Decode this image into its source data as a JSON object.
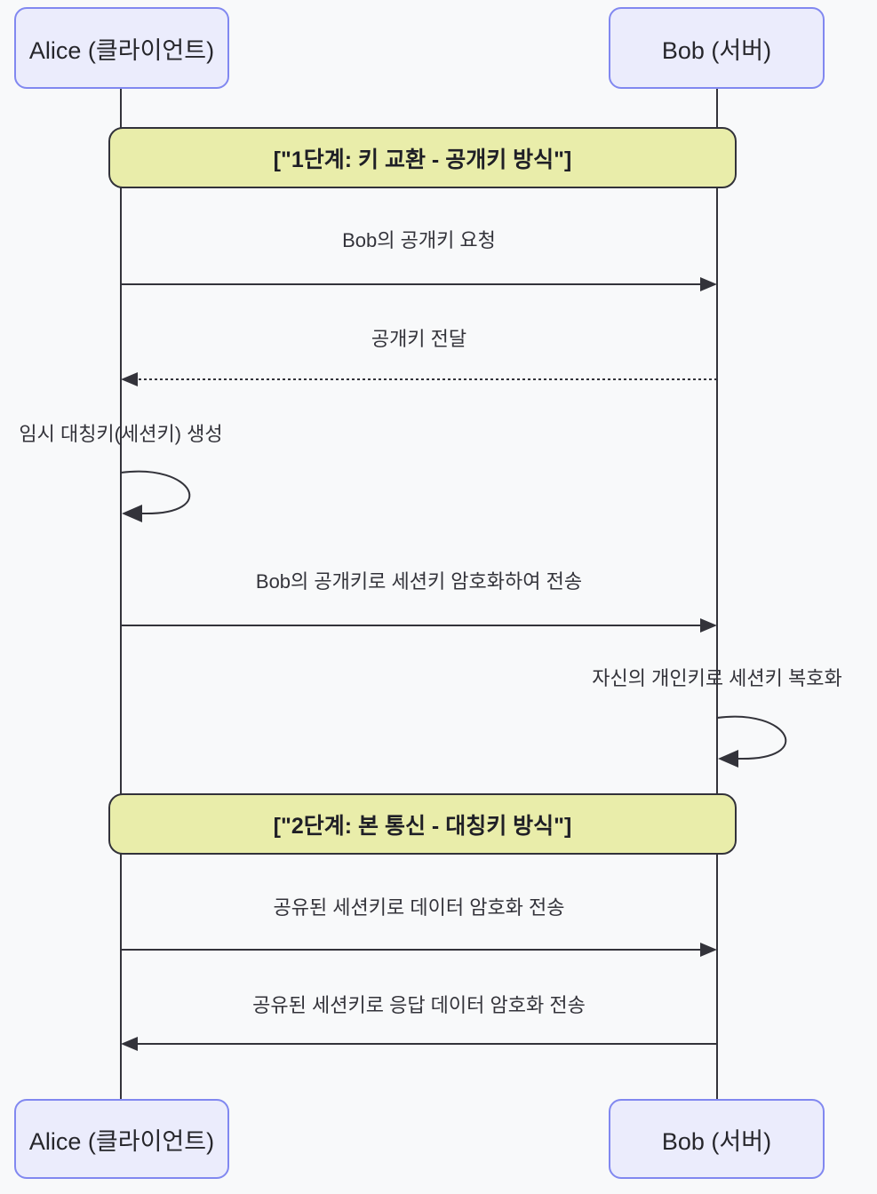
{
  "diagram_type": "sequence-diagram",
  "actors": [
    {
      "id": "alice",
      "label": "Alice (클라이언트)"
    },
    {
      "id": "bob",
      "label": "Bob (서버)"
    }
  ],
  "sections": [
    {
      "label": "[\"1단계: 키 교환 - 공개키 방식\"]"
    },
    {
      "label": "[\"2단계: 본 통신 - 대칭키 방식\"]"
    }
  ],
  "messages": [
    {
      "from": "alice",
      "to": "bob",
      "line": "solid",
      "label": "Bob의 공개키 요청"
    },
    {
      "from": "bob",
      "to": "alice",
      "line": "dotted",
      "label": "공개키 전달"
    },
    {
      "from": "alice",
      "to": "alice",
      "line": "self",
      "label": "임시 대칭키(세션키) 생성"
    },
    {
      "from": "alice",
      "to": "bob",
      "line": "solid",
      "label": "Bob의 공개키로 세션키 암호화하여 전송"
    },
    {
      "from": "bob",
      "to": "bob",
      "line": "self",
      "label": "자신의 개인키로 세션키 복호화"
    },
    {
      "from": "alice",
      "to": "bob",
      "line": "solid",
      "label": "공유된 세션키로 데이터 암호화 전송"
    },
    {
      "from": "bob",
      "to": "alice",
      "line": "solid",
      "label": "공유된 세션키로 응답 데이터 암호화 전송"
    }
  ],
  "colors": {
    "background": "#f8f9fa",
    "actor_fill": "#ebecfc",
    "actor_border": "#8188f0",
    "section_fill": "#e9edaa",
    "section_border": "#32323a",
    "line": "#33333a",
    "text": "#33333a"
  }
}
